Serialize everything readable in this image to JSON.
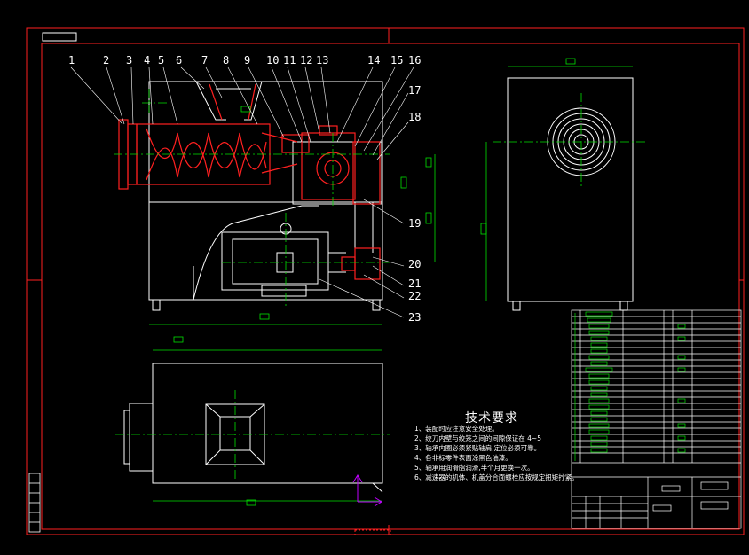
{
  "drawing": {
    "colors": {
      "background": "#000000",
      "frame": "#ff2020",
      "geometry": "#ffffff",
      "center": "#00e000",
      "section": "#ff2020",
      "table": "#ffffff",
      "ucs": "#c000ff"
    },
    "part_numbers": [
      "1",
      "2",
      "3",
      "4",
      "5",
      "6",
      "7",
      "8",
      "9",
      "10",
      "11",
      "12",
      "13",
      "14",
      "15",
      "16",
      "17",
      "18",
      "19",
      "20",
      "21",
      "22",
      "23"
    ],
    "requirements": {
      "title": "技术要求",
      "items": [
        "1、装配时应注意安全处理。",
        "2、绞刀内壁与绞笼之间的间隙保证在 4~5",
        "3、轴承内圈必须紧贴轴肩,定位必须可靠。",
        "4、各非标零件表面涂黑色油漆。",
        "5、轴承用润滑脂润滑,半个月更换一次。",
        "6、减速器的机体、机盖分合面螺栓应按规定扭矩拧紧。"
      ]
    }
  }
}
